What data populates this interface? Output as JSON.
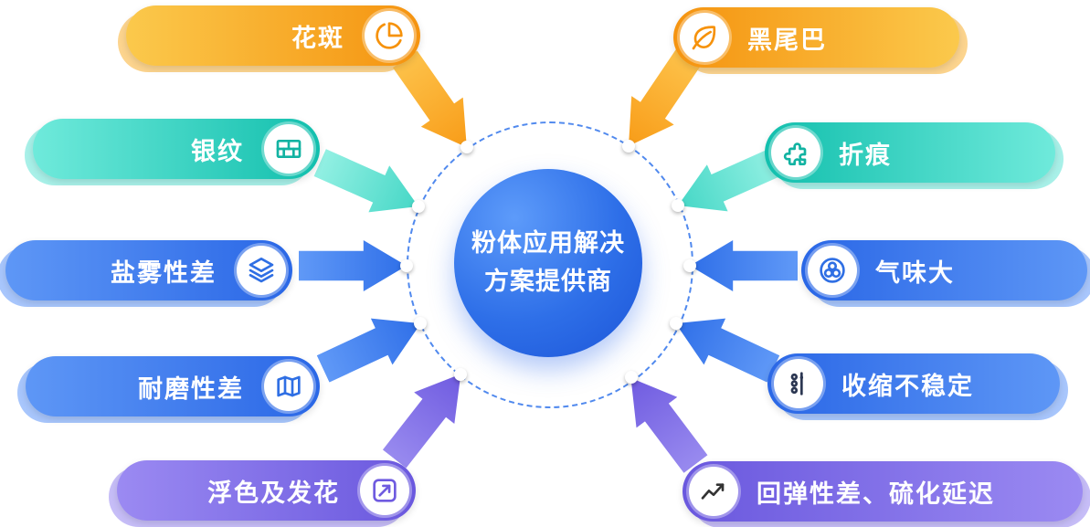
{
  "center": {
    "line1": "粉体应用解决",
    "line2": "方案提供商",
    "bg_color": "#2E6FE8"
  },
  "groups": {
    "orange": "#F5930F",
    "teal": "#12BFAD",
    "blue": "#2A67E6",
    "purple": "#6A58DE"
  },
  "items": [
    {
      "label": "花斑",
      "icon": "pie-chart-icon",
      "group": "orange",
      "side": "left"
    },
    {
      "label": "银纹",
      "icon": "brick-wall-icon",
      "group": "teal",
      "side": "left"
    },
    {
      "label": "盐雾性差",
      "icon": "layers-icon",
      "group": "blue",
      "side": "left"
    },
    {
      "label": "耐磨性差",
      "icon": "map-icon",
      "group": "blue",
      "side": "left"
    },
    {
      "label": "浮色及发花",
      "icon": "trend-arrow-icon",
      "group": "purple",
      "side": "left"
    },
    {
      "label": "黑尾巴",
      "icon": "leaf-icon",
      "group": "orange",
      "side": "right"
    },
    {
      "label": "折痕",
      "icon": "puzzle-icon",
      "group": "teal",
      "side": "right"
    },
    {
      "label": "气味大",
      "icon": "molecule-icon",
      "group": "blue",
      "side": "right"
    },
    {
      "label": "收缩不稳定",
      "icon": "dots-line-icon",
      "group": "blue",
      "side": "right"
    },
    {
      "label": "回弹性差、硫化延迟",
      "icon": "line-chart-icon",
      "group": "purple",
      "side": "right"
    }
  ]
}
